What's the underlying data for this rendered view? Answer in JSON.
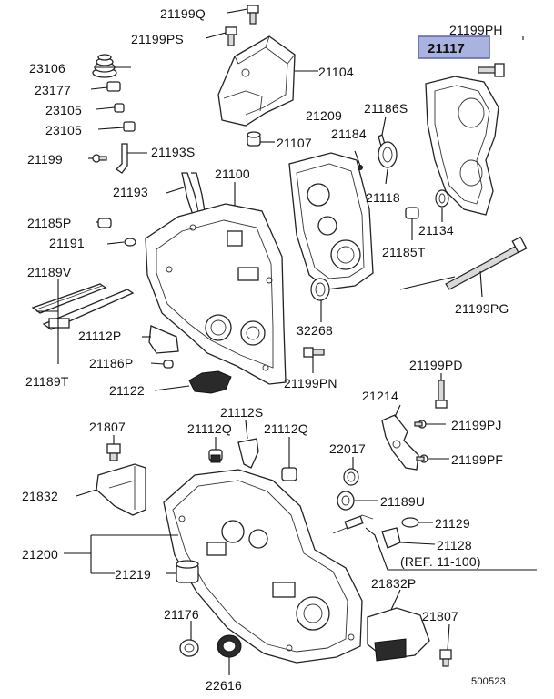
{
  "labels": {
    "p21199Q": "21199Q",
    "p21199PS": "21199PS",
    "p21199PH": "21199PH",
    "p21117": "21117",
    "p23106": "23106",
    "p21104": "21104",
    "p23177": "23177",
    "p23105a": "23105",
    "p23105b": "23105",
    "p21209": "21209",
    "p21186S": "21186S",
    "p21107": "21107",
    "p21184": "21184",
    "p21199": "21199",
    "p21193S": "21193S",
    "p21100": "21100",
    "p21193": "21193",
    "p21118": "21118",
    "p21134": "21134",
    "p21185P": "21185P",
    "p21185T": "21185T",
    "p21191": "21191",
    "p21189V": "21189V",
    "p21199PG": "21199PG",
    "p32268": "32268",
    "p21112P": "21112P",
    "p21186P": "21186P",
    "p21199PN": "21199PN",
    "p21189T": "21189T",
    "p21199PD": "21199PD",
    "p21122": "21122",
    "p21214": "21214",
    "p21112S": "21112S",
    "p21807a": "21807",
    "p21112Qa": "21112Q",
    "p21112Qb": "21112Q",
    "p21199PJ": "21199PJ",
    "p22017": "22017",
    "p21199PF": "21199PF",
    "p21832": "21832",
    "p21189U": "21189U",
    "p21129": "21129",
    "p21200": "21200",
    "p21128": "21128",
    "p21219": "21219",
    "ref": "(REF. 11-100)",
    "p21832P": "21832P",
    "p21176": "21176",
    "p21807b": "21807",
    "p22616": "22616",
    "diagramNo": "500523"
  },
  "colors": {
    "highlight": "#aab3e0",
    "highlightBorder": "#5a63a8",
    "ink": "#111111"
  }
}
